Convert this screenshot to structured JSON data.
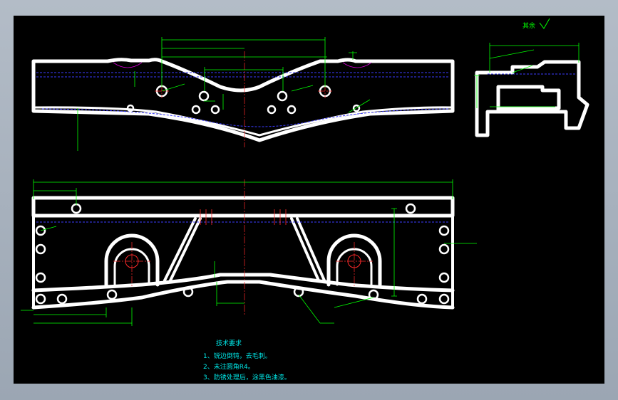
{
  "roughness_symbol": "其余",
  "notes": {
    "title": "技术要求",
    "items": [
      "1、锐边倒钝，去毛刺。",
      "2、未注圆角R4。",
      "3、防锈处理后，涂黑色油漆。"
    ]
  },
  "colors": {
    "background": "#000000",
    "outline": "#ffffff",
    "dimension": "#00ff00",
    "center_line": "#ff2a2a",
    "hidden_line": "#3b3bff",
    "notes": "#00e5e5"
  }
}
